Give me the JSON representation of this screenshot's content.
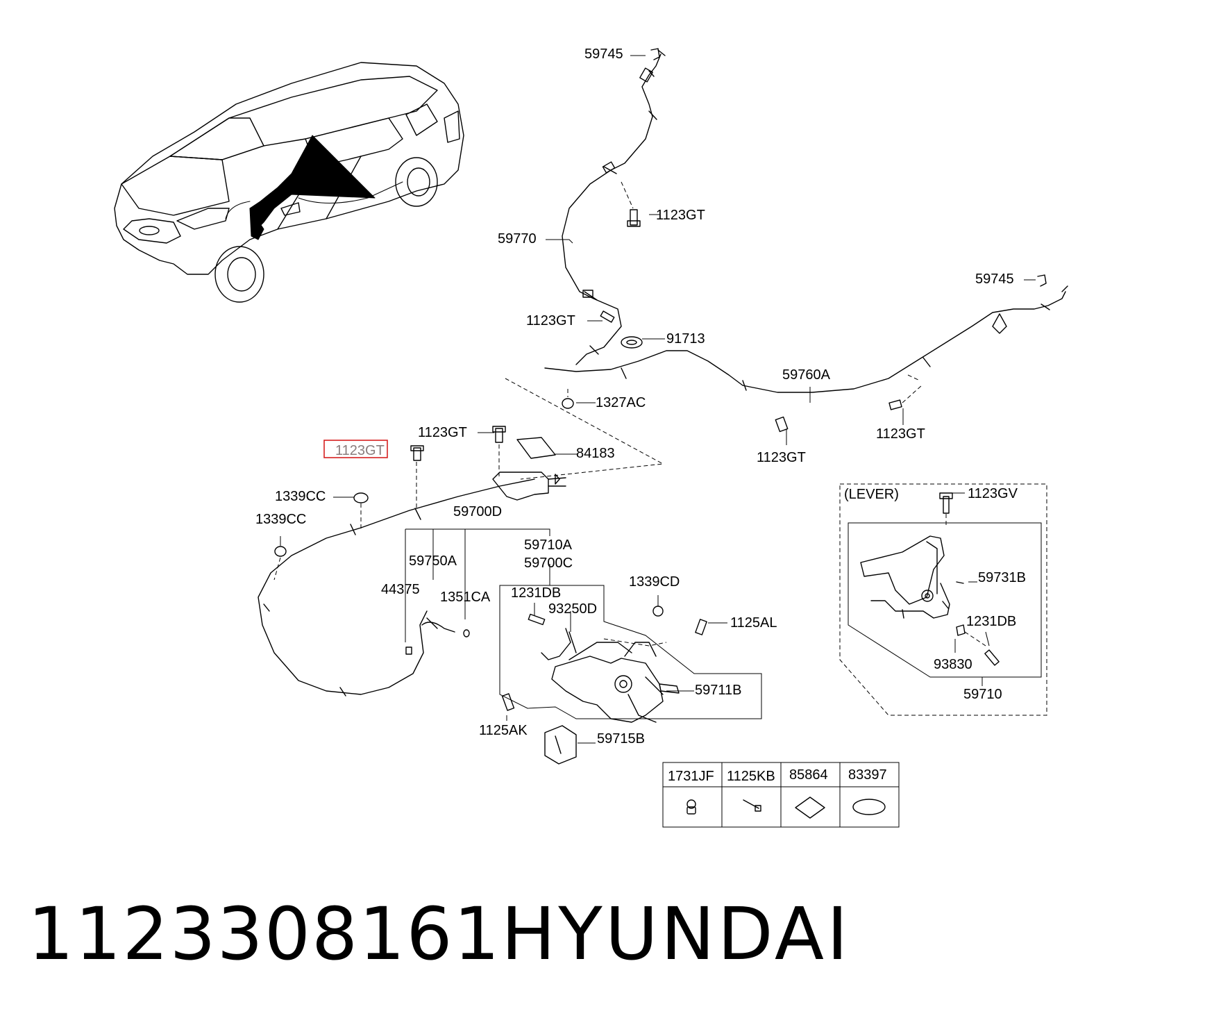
{
  "callouts": {
    "c59745_top": "59745",
    "c1123GT_a": "1123GT",
    "c59770": "59770",
    "c59745_right": "59745",
    "c1123GT_b": "1123GT",
    "c91713": "91713",
    "c59760A": "59760A",
    "c1327AC": "1327AC",
    "c1123GT_c": "1123GT",
    "c1123GT_d": "1123GT",
    "c1123GT_e": "1123GT",
    "c1123GT_selected": "1123GT",
    "c84183": "84183",
    "c1339CC_a": "1339CC",
    "c1339CC_b": "1339CC",
    "c59700D": "59700D",
    "c59750A": "59750A",
    "c44375": "44375",
    "c1351CA": "1351CA",
    "c59710A": "59710A",
    "c59700C": "59700C",
    "c1231DB_a": "1231DB",
    "c93250D": "93250D",
    "c1339CD": "1339CD",
    "c1125AL": "1125AL",
    "c59711B": "59711B",
    "c1125AK": "1125AK",
    "c59715B": "59715B",
    "lever_title": "(LEVER)",
    "c1123GV": "1123GV",
    "c59731B": "59731B",
    "c1231DB_b": "1231DB",
    "c93830": "93830",
    "c59710": "59710"
  },
  "parts_table": {
    "codes": [
      "1731JF",
      "1125KB",
      "85864",
      "83397"
    ],
    "icons": [
      "grommet-icon",
      "bolt-icon",
      "square-pad-icon",
      "oval-plug-icon"
    ]
  },
  "highlight": {
    "callout": "1123GT",
    "color": "#d61f1f"
  },
  "caption": {
    "part_number": "1123308161",
    "brand": "HYUNDAI"
  }
}
